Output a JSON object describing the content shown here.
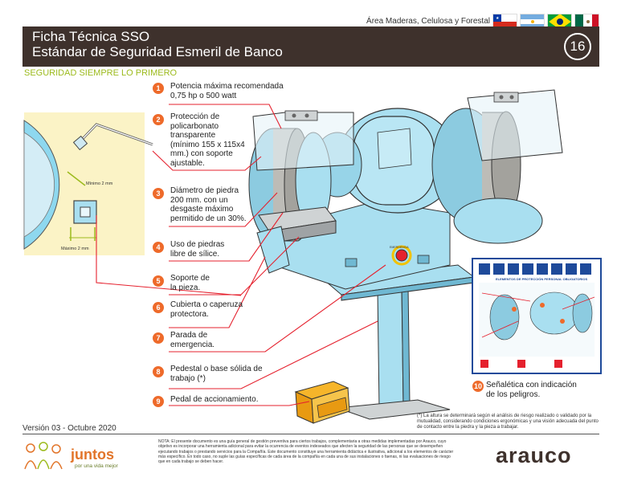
{
  "top": {
    "area_label": "Área  Maderas, Celulosa y Forestal",
    "flags": [
      "chile-flag-icon",
      "argentina-flag-icon",
      "brazil-flag-icon",
      "mexico-flag-icon"
    ]
  },
  "header": {
    "title_line1": "Ficha Técnica SSO",
    "title_line2": "Estándar de Seguridad Esmeril de Banco",
    "number": "16"
  },
  "slogan": "SEGURIDAD SIEMPRE LO PRIMERO",
  "detail": {
    "min_label": "Mínimo 2 mm",
    "max_label": "Máximo 2 mm"
  },
  "items": [
    {
      "num": "1",
      "lines": [
        "Potencia máxima recomendada",
        "0,75 hp o 500 watt"
      ]
    },
    {
      "num": "2",
      "lines": [
        "Protección de",
        "policarbonato",
        "transparente",
        "(mínimo 155 x 115x4",
        "mm.) con soporte",
        "ajustable."
      ]
    },
    {
      "num": "3",
      "lines": [
        "Diámetro de piedra",
        "200 mm. con un",
        "desgaste máximo",
        "permitido de un 30%."
      ]
    },
    {
      "num": "4",
      "lines": [
        "Uso de piedras",
        "libre de sílice."
      ]
    },
    {
      "num": "5",
      "lines": [
        "Soporte de",
        "la pieza."
      ]
    },
    {
      "num": "6",
      "lines": [
        "Cubierta o caperuza",
        "protectora."
      ]
    },
    {
      "num": "7",
      "lines": [
        "Parada de",
        "emergencia."
      ]
    },
    {
      "num": "8",
      "lines": [
        "Pedestal o base sólida de",
        "trabajo (*)"
      ]
    },
    {
      "num": "9",
      "lines": [
        "Pedal de accionamiento."
      ]
    },
    {
      "num": "10",
      "lines": [
        "Señalética con indicación",
        "de los peligros."
      ]
    }
  ],
  "emergency_label": "EMERGENCIA",
  "sign_title": "ELEMENTOS DE PROTECCIÓN PERSONAL OBLIGATORIOS",
  "footnote": "(*) La altura se determinará según el análisis de riesgo realizado o validado por la mutualidad, considerando condiciones ergonómicas y una visión adecuada del punto de contacto entre la piedra y la pieza a trabajar.",
  "version": "Versión 03 - Octubre 2020",
  "nota": "NOTA: El presente documento es una guía general de gestión preventiva para ciertos trabajos, complementaria a otras medidas implementadas por Arauco, cuyo objetivo es incorporar una herramienta adicional para evitar la ocurrencia de eventos indeseados que afecten la seguridad de las personas que se desempeñen ejecutando trabajos o prestando servicios para la Compañía. Este documento constituye una herramienta didáctica e ilustrativa, adicional a los elementos de carácter más específico. En todo caso, no suple las guías específicas de cada área de la compañía en cada una de sus instalaciones o faenas, ni las evaluaciones de riesgo que en cada trabajo se deben hacer.",
  "brand": {
    "juntos": "juntos",
    "juntos_sub": "por una vida mejor",
    "arauco": "arauco"
  },
  "colors": {
    "header_bg": "#3e312c",
    "slogan": "#9cbb1d",
    "bullet": "#ee6a2a",
    "leader_line": "#e5212e",
    "machine_blue": "#a9dff0"
  }
}
